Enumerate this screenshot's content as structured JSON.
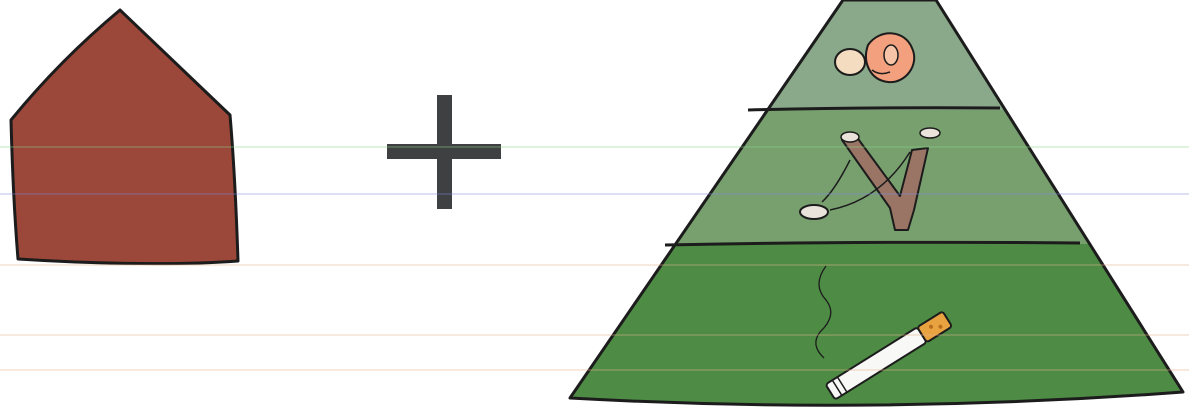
{
  "colors": {
    "pentagon_fill": "#9b4739",
    "plus_fill": "#3f4042",
    "pyramid_top": "#8aa88a",
    "pyramid_middle": "#78a06f",
    "pyramid_bottom": "#4e8c45",
    "outline": "#1c1c1c",
    "sling_wood": "#9a7565",
    "cigarette_filter": "#e8a240",
    "ear_fill": "#f2a07e",
    "scanline_green": "#8ad88a",
    "scanline_blue": "#7f86e0",
    "scanline_orange": "#e6b08a"
  },
  "shapes": {
    "left": "pentagon",
    "operator": "plus-sign",
    "right": "three-tier-pyramid"
  },
  "pyramid_tiers": [
    {
      "level": "top",
      "icon": "ears-icon"
    },
    {
      "level": "middle",
      "icon": "slingshot-icon"
    },
    {
      "level": "bottom",
      "icon": "cigarette-icon"
    }
  ]
}
